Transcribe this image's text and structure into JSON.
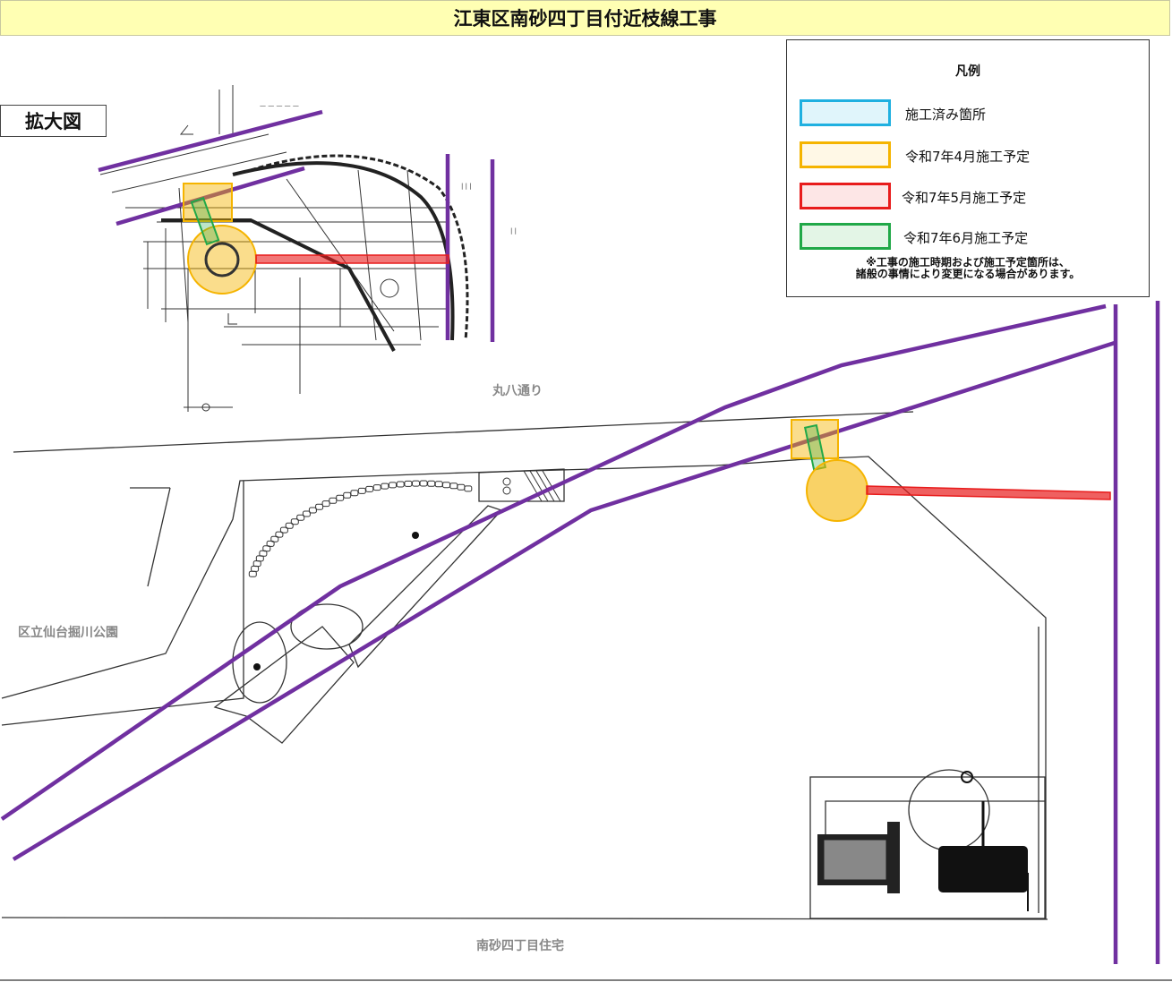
{
  "title": "江東区南砂四丁目付近枝線工事",
  "inset_label": "拡大図",
  "legend": {
    "title": "凡例",
    "items": [
      {
        "label": "施工済み箇所",
        "fill": "#e0f5fb",
        "border": "#1fb0e0"
      },
      {
        "label": "令和7年4月施工予定",
        "fill": "#fff8e6",
        "border": "#f5b400"
      },
      {
        "label": "令和7年5月施工予定",
        "fill": "#fde6e6",
        "border": "#e81c1c"
      },
      {
        "label": "令和7年6月施工予定",
        "fill": "#e3f5e6",
        "border": "#21a848"
      }
    ],
    "note_line1": "※工事の施工時期および施工予定箇所は、",
    "note_line2": "諸般の事情により変更になる場合があります。"
  },
  "places": {
    "road": "丸八通り",
    "park": "区立仙台掘川公園",
    "housing": "南砂四丁目住宅"
  },
  "colors": {
    "pipeline": "#7030a0",
    "april": "#f5b400",
    "may": "#e81c1c",
    "june": "#21a848",
    "title_bg": "#ffffb3"
  }
}
